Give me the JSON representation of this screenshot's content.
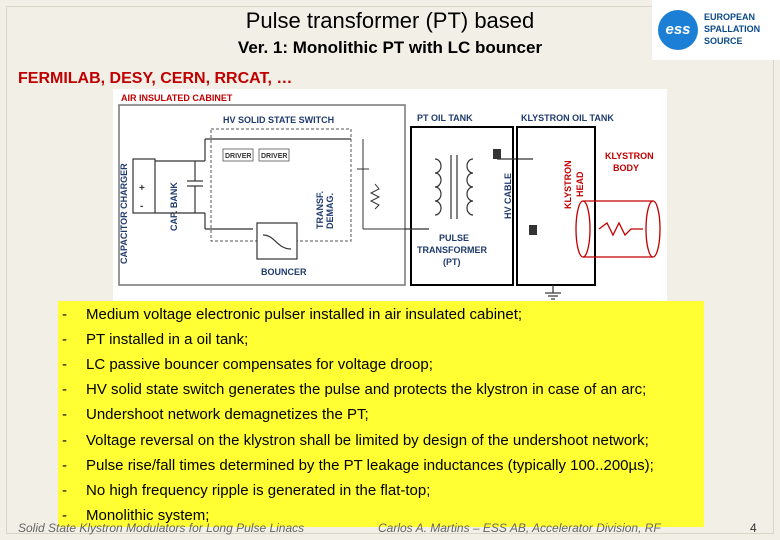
{
  "slide": {
    "title": "Pulse transformer (PT) based",
    "subtitle": "Ver. 1: Monolithic PT with LC bouncer",
    "organizations": "FERMILAB, DESY, CERN, RRCAT, …"
  },
  "logo": {
    "mark": "ess",
    "line1": "EUROPEAN",
    "line2": "SPALLATION",
    "line3": "SOURCE"
  },
  "diagram": {
    "air_cabinet": "AIR INSULATED CABINET",
    "hv_switch": "HV SOLID STATE SWITCH",
    "capacitor_charger": "CAPACITOR CHARGER",
    "cap_bank": "CAP. BANK",
    "driver": "DRIVER",
    "transf_demag_1": "TRANSF.",
    "transf_demag_2": "DEMAG.",
    "bouncer": "BOUNCER",
    "pt_oil_tank": "PT OIL TANK",
    "klystron_oil_tank": "KLYSTRON OIL TANK",
    "hv_cable": "HV CABLE",
    "klystron_head_1": "KLYSTRON",
    "klystron_head_2": "HEAD",
    "klystron_body_1": "KLYSTRON",
    "klystron_body_2": "BODY",
    "pulse_transformer_1": "PULSE",
    "pulse_transformer_2": "TRANSFORMER",
    "pulse_transformer_3": "(PT)",
    "plus": "+",
    "minus": "-"
  },
  "bullets": [
    {
      "dash": "-",
      "text": "Medium voltage electronic pulser installed in air insulated cabinet;"
    },
    {
      "dash": "-",
      "text": "PT installed in a oil tank;"
    },
    {
      "dash": "-",
      "text": "LC passive bouncer compensates for voltage droop;"
    },
    {
      "dash": "-",
      "text": "HV solid state switch generates the pulse and protects the klystron in case of an arc;"
    },
    {
      "dash": "-",
      "text": "Undershoot network demagnetizes the PT;"
    },
    {
      "dash": "-",
      "text": "Voltage reversal on the klystron shall be limited by design of the undershoot network;"
    },
    {
      "dash": "-",
      "text": "Pulse rise/fall times determined by the PT leakage inductances (typically 100..200µs);"
    },
    {
      "dash": "-",
      "text": "No high frequency ripple is generated in the flat-top;"
    },
    {
      "dash": "-",
      "text": "Monolithic system;"
    }
  ],
  "footer": {
    "left": "Solid State Klystron Modulators for Long Pulse Linacs",
    "center": "Carlos A. Martins – ESS AB, Accelerator Division, RF",
    "page": "4"
  },
  "colors": {
    "highlight": "#ffff33",
    "accent_red": "#c00000",
    "diagram_blue": "#1f3a6e"
  }
}
